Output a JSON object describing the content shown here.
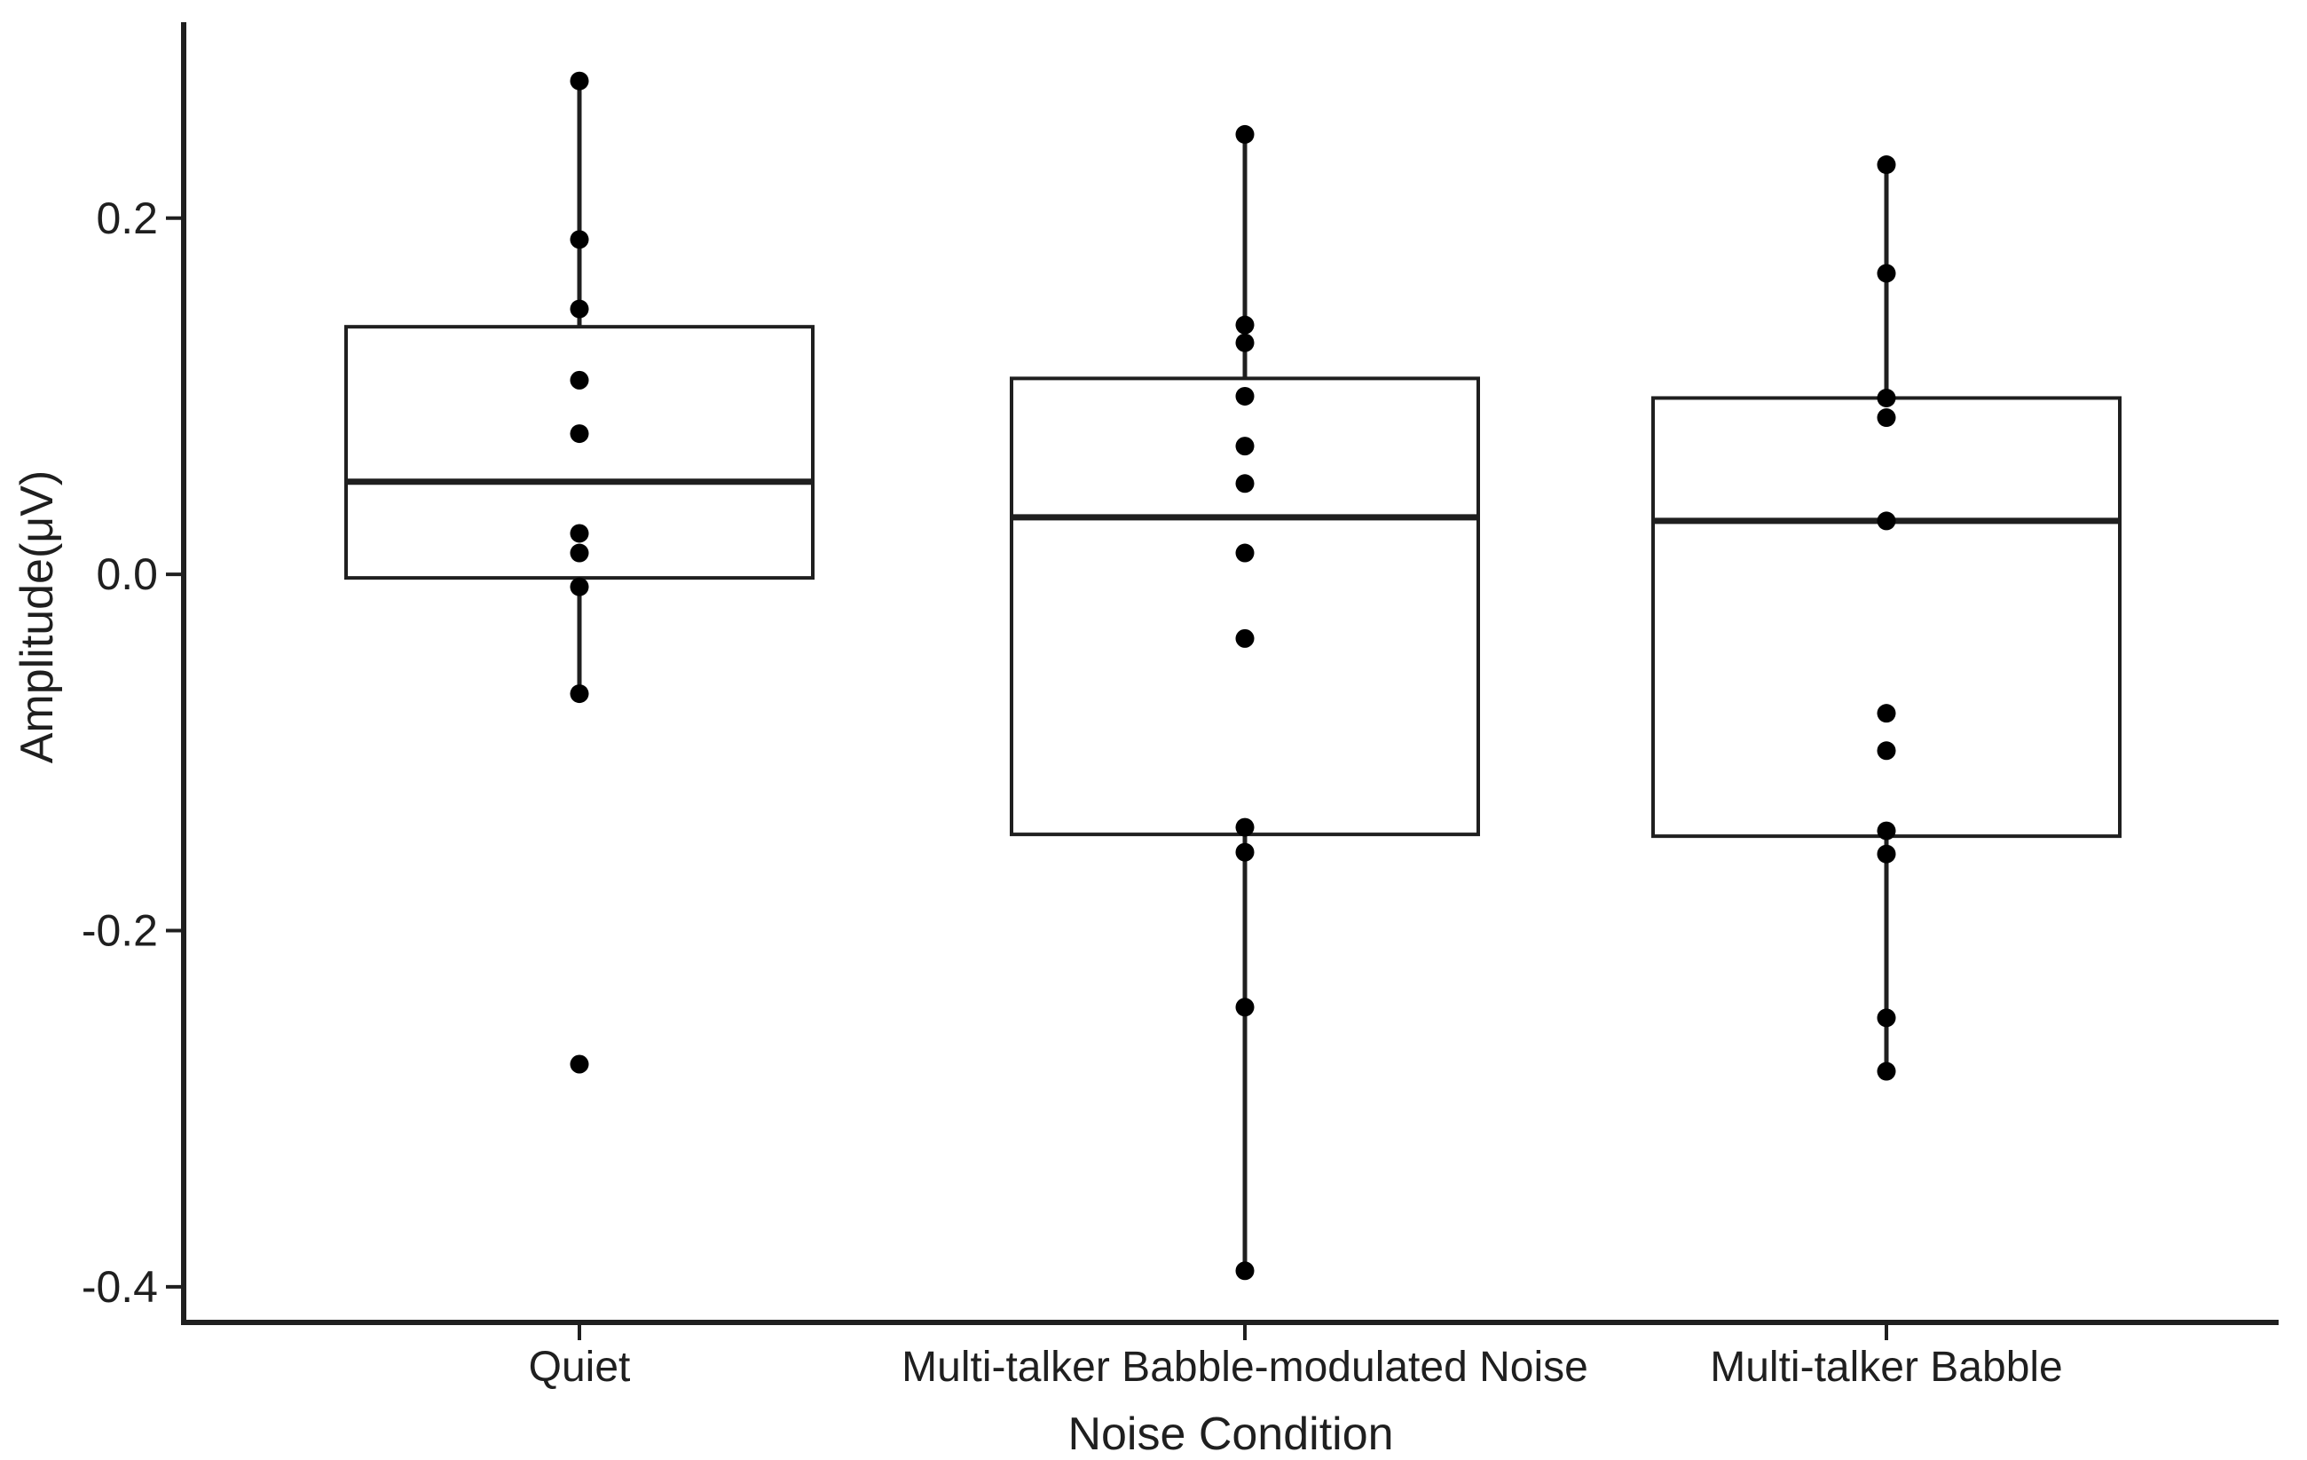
{
  "figure": {
    "background": "#ffffff",
    "ink_color": "#1f1f1f",
    "box_fill": "#ffffff",
    "point_color": "#000000"
  },
  "chart_data": {
    "type": "box",
    "title": "",
    "xlabel": "Noise Condition",
    "ylabel": "Amplitude(μV)",
    "ylim": [
      -0.42,
      0.31
    ],
    "yticks": [
      0.2,
      0.0,
      -0.2,
      -0.4
    ],
    "ytick_labels": [
      "0.2",
      "0.0",
      "-0.2",
      "-0.4"
    ],
    "grid": false,
    "legend": "none",
    "categories": [
      "Quiet",
      "Multi-talker Babble-modulated Noise",
      "Multi-talker Babble"
    ],
    "series": [
      {
        "name": "Quiet",
        "q1": -0.002,
        "median": 0.052,
        "q3": 0.139,
        "whisker_low": -0.067,
        "whisker_high": 0.277,
        "outliers": [
          -0.275
        ],
        "points": [
          0.277,
          0.188,
          0.149,
          0.109,
          0.079,
          0.023,
          0.012,
          -0.007,
          -0.067,
          -0.275
        ]
      },
      {
        "name": "Multi-talker Babble-modulated Noise",
        "q1": -0.146,
        "median": 0.032,
        "q3": 0.11,
        "whisker_low": -0.391,
        "whisker_high": 0.247,
        "outliers": [],
        "points": [
          0.247,
          0.14,
          0.13,
          0.1,
          0.072,
          0.051,
          0.012,
          -0.036,
          -0.142,
          -0.156,
          -0.243,
          -0.391
        ]
      },
      {
        "name": "Multi-talker Babble",
        "q1": -0.147,
        "median": 0.03,
        "q3": 0.099,
        "whisker_low": -0.279,
        "whisker_high": 0.23,
        "outliers": [],
        "points": [
          0.23,
          0.169,
          0.099,
          0.088,
          0.03,
          -0.078,
          -0.099,
          -0.144,
          -0.157,
          -0.249,
          -0.279
        ]
      }
    ]
  }
}
